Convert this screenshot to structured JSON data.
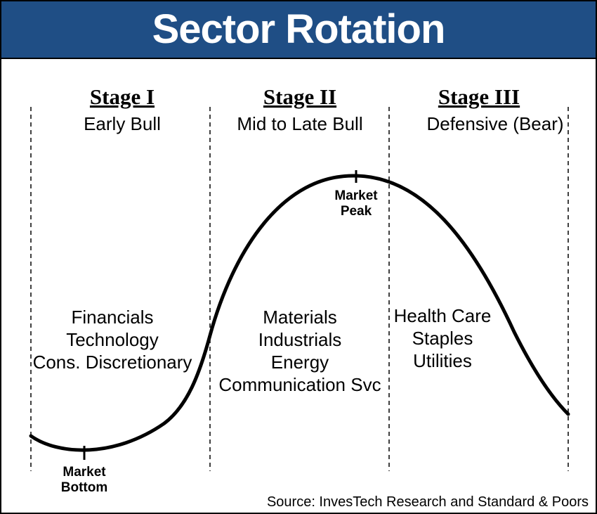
{
  "title": "Sector Rotation",
  "colors": {
    "title_bar": "#1f4e85",
    "title_text": "#ffffff",
    "ink": "#000000",
    "background": "#ffffff"
  },
  "stages": [
    {
      "name": "Stage I",
      "description": "Early Bull",
      "sectors": [
        "Financials",
        "Technology",
        "Cons. Discretionary"
      ]
    },
    {
      "name": "Stage II",
      "description": "Mid to Late Bull",
      "sectors": [
        "Materials",
        "Industrials",
        "Energy",
        "Communication Svc"
      ]
    },
    {
      "name": "Stage III",
      "description": "Defensive (Bear)",
      "sectors": [
        "Health Care",
        "Staples",
        "Utilities"
      ]
    }
  ],
  "markers": {
    "bottom": [
      "Market",
      "Bottom"
    ],
    "peak": [
      "Market",
      "Peak"
    ]
  },
  "source": "Source: InvesTech Research and Standard & Poors"
}
